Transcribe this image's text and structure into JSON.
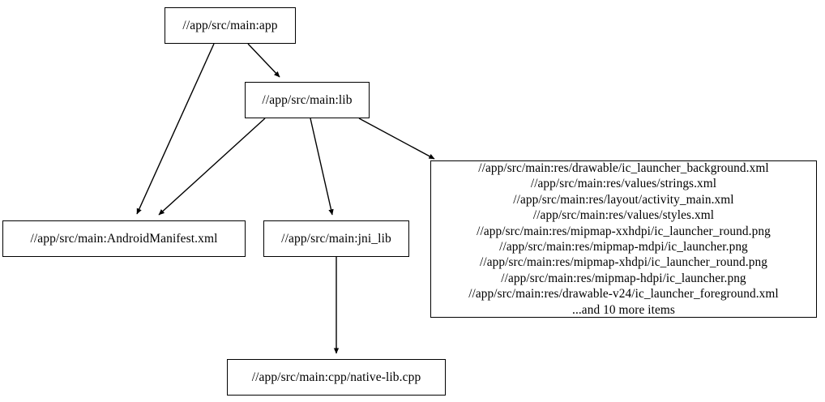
{
  "graph": {
    "type": "dependency-graph",
    "direction": "top-down",
    "node_shape": "box",
    "edge_style": "solid-arrow",
    "background_color": "#ffffff",
    "node_border_color": "#000000",
    "node_fill_color": "#ffffff",
    "text_color": "#000000",
    "nodes": [
      {
        "id": "app",
        "label": "//app/src/main:app"
      },
      {
        "id": "lib",
        "label": "//app/src/main:lib"
      },
      {
        "id": "manifest",
        "label": "//app/src/main:AndroidManifest.xml"
      },
      {
        "id": "jni",
        "label": "//app/src/main:jni_lib"
      },
      {
        "id": "cpp",
        "label": "//app/src/main:cpp/native-lib.cpp"
      },
      {
        "id": "res",
        "label": "//app/src/main:res/drawable/ic_launcher_background.xml\n//app/src/main:res/values/strings.xml\n//app/src/main:res/layout/activity_main.xml\n//app/src/main:res/values/styles.xml\n//app/src/main:res/mipmap-xxhdpi/ic_launcher_round.png\n//app/src/main:res/mipmap-mdpi/ic_launcher.png\n//app/src/main:res/mipmap-xhdpi/ic_launcher_round.png\n//app/src/main:res/mipmap-hdpi/ic_launcher.png\n//app/src/main:res/drawable-v24/ic_launcher_foreground.xml\n...and 10 more items",
        "lines": [
          "//app/src/main:res/drawable/ic_launcher_background.xml",
          "//app/src/main:res/values/strings.xml",
          "//app/src/main:res/layout/activity_main.xml",
          "//app/src/main:res/values/styles.xml",
          "//app/src/main:res/mipmap-xxhdpi/ic_launcher_round.png",
          "//app/src/main:res/mipmap-mdpi/ic_launcher.png",
          "//app/src/main:res/mipmap-xhdpi/ic_launcher_round.png",
          "//app/src/main:res/mipmap-hdpi/ic_launcher.png",
          "//app/src/main:res/drawable-v24/ic_launcher_foreground.xml",
          "...and 10 more items"
        ]
      }
    ],
    "edges": [
      {
        "from": "app",
        "to": "manifest"
      },
      {
        "from": "app",
        "to": "lib"
      },
      {
        "from": "lib",
        "to": "manifest"
      },
      {
        "from": "lib",
        "to": "jni"
      },
      {
        "from": "lib",
        "to": "res"
      },
      {
        "from": "jni",
        "to": "cpp"
      }
    ]
  }
}
